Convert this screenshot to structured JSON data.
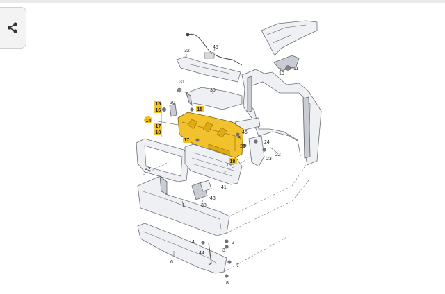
{
  "share": {
    "icon": "share-icon"
  },
  "colors": {
    "highlight": "#f5c11a",
    "highlight_part": "#f2c12e"
  },
  "labels": {
    "n1": "1",
    "n2": "2",
    "n3": "3",
    "n4": "4",
    "n6": "6",
    "n7": "7",
    "n8": "8",
    "n10": "10",
    "n11": "11",
    "n15a": "15",
    "n16": "16",
    "n14": "14",
    "n17a": "17",
    "n18a": "18",
    "n15b": "15",
    "n17b": "17",
    "n18b": "18",
    "n19": "19",
    "n20": "20",
    "n22": "22",
    "n23a": "23",
    "n23b": "23",
    "n24": "24",
    "n30": "30",
    "n31": "31",
    "n32": "32",
    "n38": "38",
    "n41": "41",
    "n42": "42",
    "n43": "43",
    "n44": "44",
    "n45": "45",
    "n46": "46",
    "n8b": "8"
  }
}
